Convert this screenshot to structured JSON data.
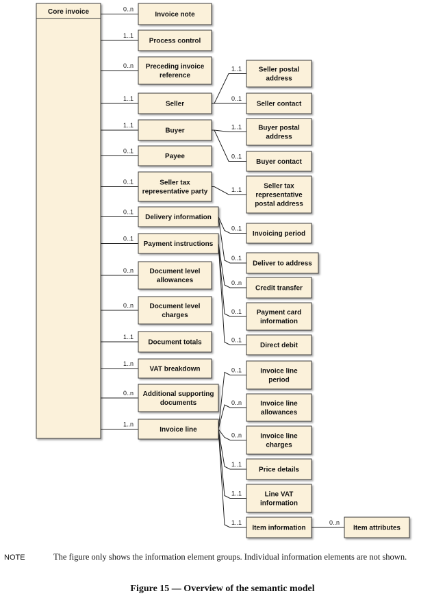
{
  "diagram": {
    "nodes": [
      {
        "id": "core",
        "label": "Core invoice"
      },
      {
        "id": "invoice_note",
        "label": "Invoice note"
      },
      {
        "id": "process_control",
        "label": "Process control"
      },
      {
        "id": "preceding_invoice",
        "label": "Preceding invoice reference"
      },
      {
        "id": "seller",
        "label": "Seller"
      },
      {
        "id": "buyer",
        "label": "Buyer"
      },
      {
        "id": "payee",
        "label": "Payee"
      },
      {
        "id": "seller_tax_rep",
        "label": "Seller tax representative party"
      },
      {
        "id": "delivery_info",
        "label": "Delivery information"
      },
      {
        "id": "payment_instr",
        "label": "Payment instructions"
      },
      {
        "id": "doc_allowances",
        "label": "Document level allowances"
      },
      {
        "id": "doc_charges",
        "label": "Document level charges"
      },
      {
        "id": "doc_totals",
        "label": "Document totals"
      },
      {
        "id": "vat_breakdown",
        "label": "VAT breakdown"
      },
      {
        "id": "additional_docs",
        "label": "Additional supporting documents"
      },
      {
        "id": "invoice_line",
        "label": "Invoice line"
      },
      {
        "id": "seller_postal",
        "label": "Seller postal address"
      },
      {
        "id": "seller_contact",
        "label": "Seller contact"
      },
      {
        "id": "buyer_postal",
        "label": "Buyer postal address"
      },
      {
        "id": "buyer_contact",
        "label": "Buyer contact"
      },
      {
        "id": "seller_tax_rep_postal",
        "label": "Seller tax representative postal address"
      },
      {
        "id": "invoicing_period",
        "label": "Invoicing period"
      },
      {
        "id": "deliver_to",
        "label": "Deliver to address"
      },
      {
        "id": "credit_transfer",
        "label": "Credit transfer"
      },
      {
        "id": "payment_card",
        "label": "Payment card information"
      },
      {
        "id": "direct_debit",
        "label": "Direct debit"
      },
      {
        "id": "line_period",
        "label": "Invoice line period"
      },
      {
        "id": "line_allowances",
        "label": "Invoice line allowances"
      },
      {
        "id": "line_charges",
        "label": "Invoice line charges"
      },
      {
        "id": "price_details",
        "label": "Price details"
      },
      {
        "id": "line_vat",
        "label": "Line VAT information"
      },
      {
        "id": "item_info",
        "label": "Item information"
      },
      {
        "id": "item_attributes",
        "label": "Item attributes"
      }
    ],
    "edges": [
      {
        "from": "core",
        "to": "invoice_note",
        "multiplicity": "0..n"
      },
      {
        "from": "core",
        "to": "process_control",
        "multiplicity": "1..1"
      },
      {
        "from": "core",
        "to": "preceding_invoice",
        "multiplicity": "0..n"
      },
      {
        "from": "core",
        "to": "seller",
        "multiplicity": "1..1"
      },
      {
        "from": "core",
        "to": "buyer",
        "multiplicity": "1..1"
      },
      {
        "from": "core",
        "to": "payee",
        "multiplicity": "0..1"
      },
      {
        "from": "core",
        "to": "seller_tax_rep",
        "multiplicity": "0..1"
      },
      {
        "from": "core",
        "to": "delivery_info",
        "multiplicity": "0..1"
      },
      {
        "from": "core",
        "to": "payment_instr",
        "multiplicity": "0..1"
      },
      {
        "from": "core",
        "to": "doc_allowances",
        "multiplicity": "0..n"
      },
      {
        "from": "core",
        "to": "doc_charges",
        "multiplicity": "0..n"
      },
      {
        "from": "core",
        "to": "doc_totals",
        "multiplicity": "1..1"
      },
      {
        "from": "core",
        "to": "vat_breakdown",
        "multiplicity": "1..n"
      },
      {
        "from": "core",
        "to": "additional_docs",
        "multiplicity": "0..n"
      },
      {
        "from": "core",
        "to": "invoice_line",
        "multiplicity": "1..n"
      },
      {
        "from": "seller",
        "to": "seller_postal",
        "multiplicity": "1..1"
      },
      {
        "from": "seller",
        "to": "seller_contact",
        "multiplicity": "0..1"
      },
      {
        "from": "buyer",
        "to": "buyer_postal",
        "multiplicity": "1..1"
      },
      {
        "from": "buyer",
        "to": "buyer_contact",
        "multiplicity": "0..1"
      },
      {
        "from": "seller_tax_rep",
        "to": "seller_tax_rep_postal",
        "multiplicity": "1..1"
      },
      {
        "from": "delivery_info",
        "to": "invoicing_period",
        "multiplicity": "0..1"
      },
      {
        "from": "delivery_info",
        "to": "deliver_to",
        "multiplicity": "0..1"
      },
      {
        "from": "payment_instr",
        "to": "credit_transfer",
        "multiplicity": "0..n"
      },
      {
        "from": "payment_instr",
        "to": "payment_card",
        "multiplicity": "0..1"
      },
      {
        "from": "payment_instr",
        "to": "direct_debit",
        "multiplicity": "0..1"
      },
      {
        "from": "invoice_line",
        "to": "line_period",
        "multiplicity": "0..1"
      },
      {
        "from": "invoice_line",
        "to": "line_allowances",
        "multiplicity": "0..n"
      },
      {
        "from": "invoice_line",
        "to": "line_charges",
        "multiplicity": "0..n"
      },
      {
        "from": "invoice_line",
        "to": "price_details",
        "multiplicity": "1..1"
      },
      {
        "from": "invoice_line",
        "to": "line_vat",
        "multiplicity": "1..1"
      },
      {
        "from": "invoice_line",
        "to": "item_info",
        "multiplicity": "1..1"
      },
      {
        "from": "item_info",
        "to": "item_attributes",
        "multiplicity": "0..n"
      }
    ]
  },
  "note": {
    "label": "NOTE",
    "text": "The figure only shows the information element groups. Individual information elements are not shown."
  },
  "caption": "Figure 15 — Overview of the semantic model"
}
